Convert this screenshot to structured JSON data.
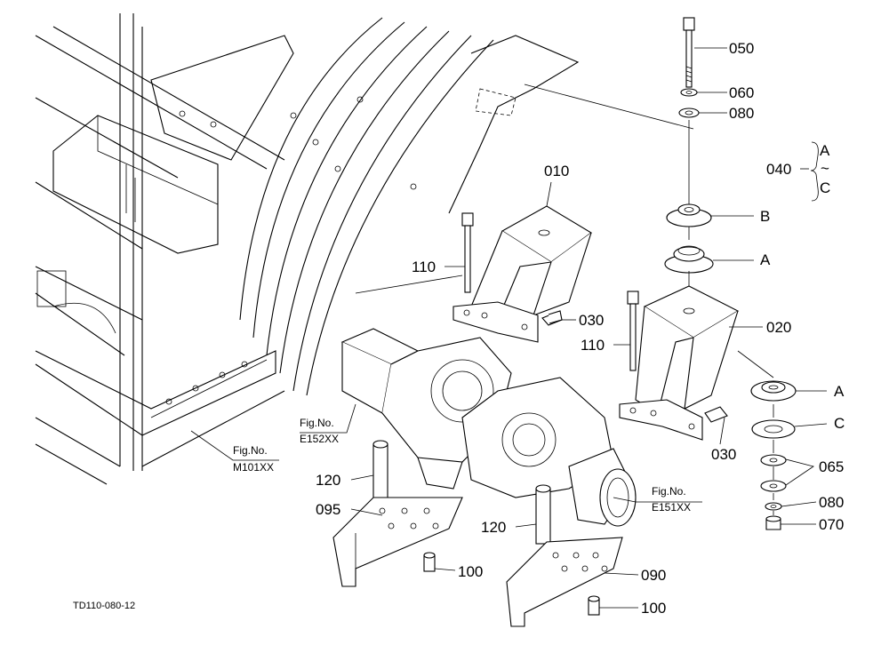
{
  "diagram_code": "TD110-080-12",
  "references": {
    "fig_m101": {
      "line1": "Fig.No.",
      "line2": "M101XX"
    },
    "fig_e152": {
      "line1": "Fig.No.",
      "line2": "E152XX"
    },
    "fig_e151": {
      "line1": "Fig.No.",
      "line2": "E151XX"
    }
  },
  "parts": {
    "p050": "050",
    "p060": "060",
    "p080_top": "080",
    "p040": "040",
    "range_a": "A",
    "range_tilde": "~",
    "range_c": "C",
    "letter_b": "B",
    "letter_a_top": "A",
    "p010": "010",
    "p110_left": "110",
    "p030_left": "030",
    "p020": "020",
    "p110_right": "110",
    "letter_a_low": "A",
    "letter_c": "C",
    "p030_right": "030",
    "p065": "065",
    "p080_bot": "080",
    "p070": "070",
    "p120_left": "120",
    "p095": "095",
    "p100_left": "100",
    "p120_right": "120",
    "p090": "090",
    "p100_right": "100"
  }
}
